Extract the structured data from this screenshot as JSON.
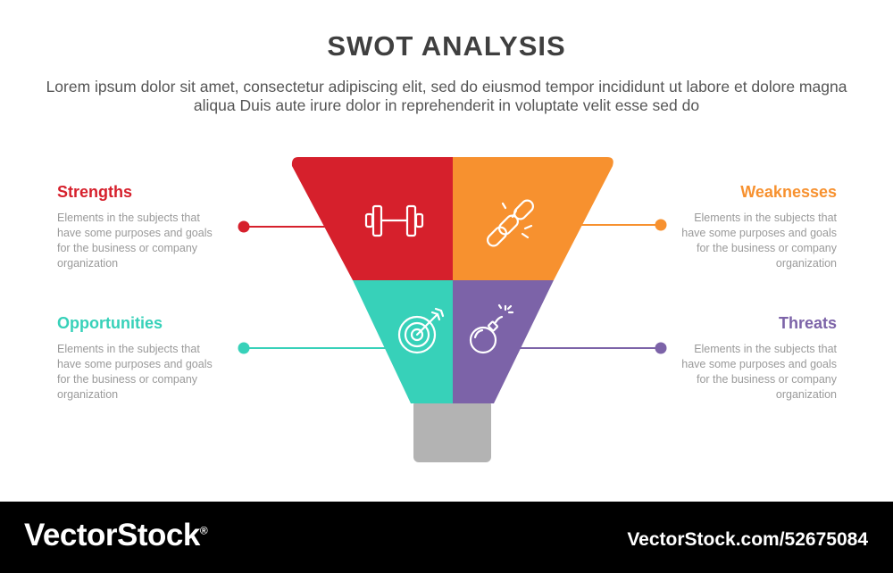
{
  "header": {
    "title": "SWOT ANALYSIS",
    "subtitle": "Lorem ipsum dolor sit amet, consectetur adipiscing elit, sed do eiusmod tempor incididunt ut labore et dolore magna aliqua Duis aute irure dolor in reprehenderit in voluptate velit esse sed do"
  },
  "colors": {
    "strengths": "#d6202c",
    "weaknesses": "#f7912f",
    "opportunities": "#37d1b9",
    "threats": "#7c63a8",
    "base": "#b3b3b3"
  },
  "items": {
    "strengths": {
      "title": "Strengths",
      "desc": "Elements in the subjects that have some purposes and goals for the  business or company organization",
      "icon": "dumbbell-icon"
    },
    "weaknesses": {
      "title": "Weaknesses",
      "desc": "Elements in the subjects that have some purposes and goals for the  business or company organization",
      "icon": "broken-chain-icon"
    },
    "opportunities": {
      "title": "Opportunities",
      "desc": "Elements in the subjects that have some purposes and goals for the  business or company organization",
      "icon": "target-arrow-icon"
    },
    "threats": {
      "title": "Threats",
      "desc": "Elements in the subjects that have some purposes and goals for the  business or company organization",
      "icon": "bomb-icon"
    }
  },
  "footer": {
    "brand": "VectorStock",
    "brand_mark": "®",
    "url": "VectorStock.com/52675084"
  }
}
